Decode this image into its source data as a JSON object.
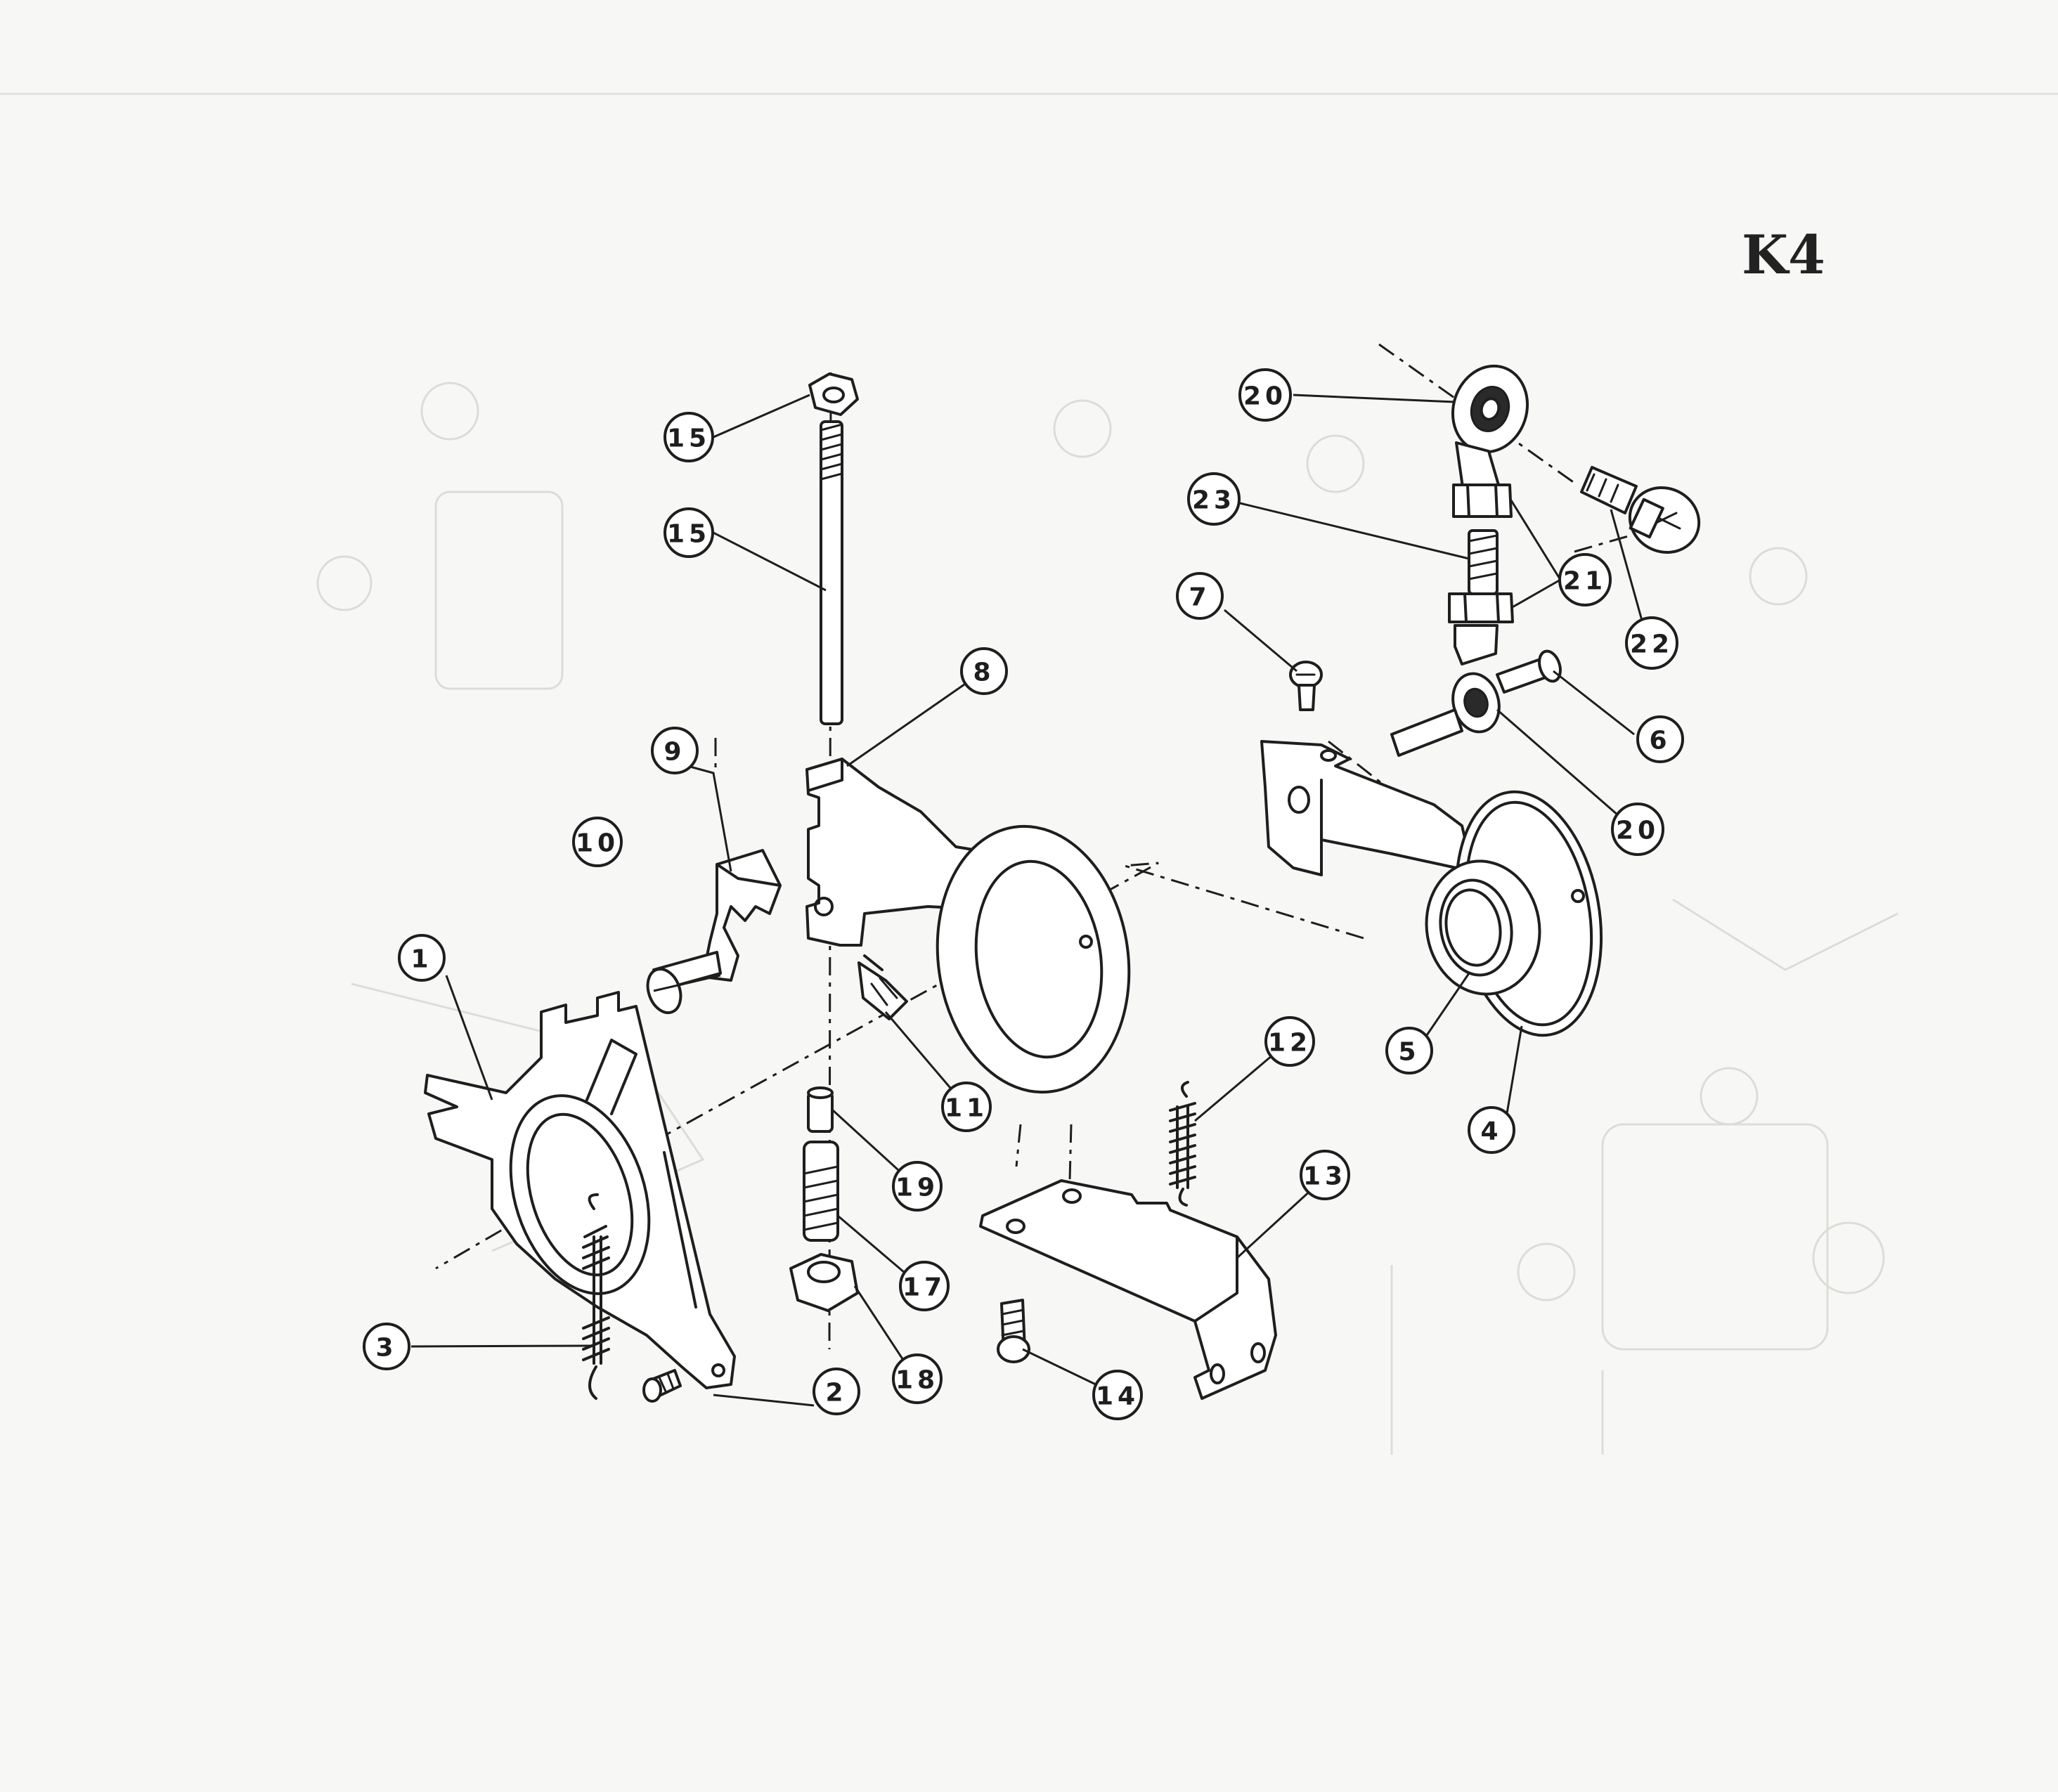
{
  "page": {
    "code": "K4"
  },
  "callouts": [
    {
      "id": "c1",
      "label": "1"
    },
    {
      "id": "c2",
      "label": "2"
    },
    {
      "id": "c3",
      "label": "3"
    },
    {
      "id": "c4",
      "label": "4"
    },
    {
      "id": "c5",
      "label": "5"
    },
    {
      "id": "c6",
      "label": "6"
    },
    {
      "id": "c7",
      "label": "7"
    },
    {
      "id": "c8",
      "label": "8"
    },
    {
      "id": "c9",
      "label": "9"
    },
    {
      "id": "c10",
      "label": "10"
    },
    {
      "id": "c11",
      "label": "11"
    },
    {
      "id": "c12",
      "label": "12"
    },
    {
      "id": "c13",
      "label": "13"
    },
    {
      "id": "c14",
      "label": "14"
    },
    {
      "id": "c15a",
      "label": "15"
    },
    {
      "id": "c15b",
      "label": "15"
    },
    {
      "id": "c17",
      "label": "17"
    },
    {
      "id": "c18",
      "label": "18"
    },
    {
      "id": "c19",
      "label": "19"
    },
    {
      "id": "c20a",
      "label": "20"
    },
    {
      "id": "c20b",
      "label": "20"
    },
    {
      "id": "c21",
      "label": "21"
    },
    {
      "id": "c22",
      "label": "22"
    },
    {
      "id": "c23",
      "label": "23"
    }
  ]
}
